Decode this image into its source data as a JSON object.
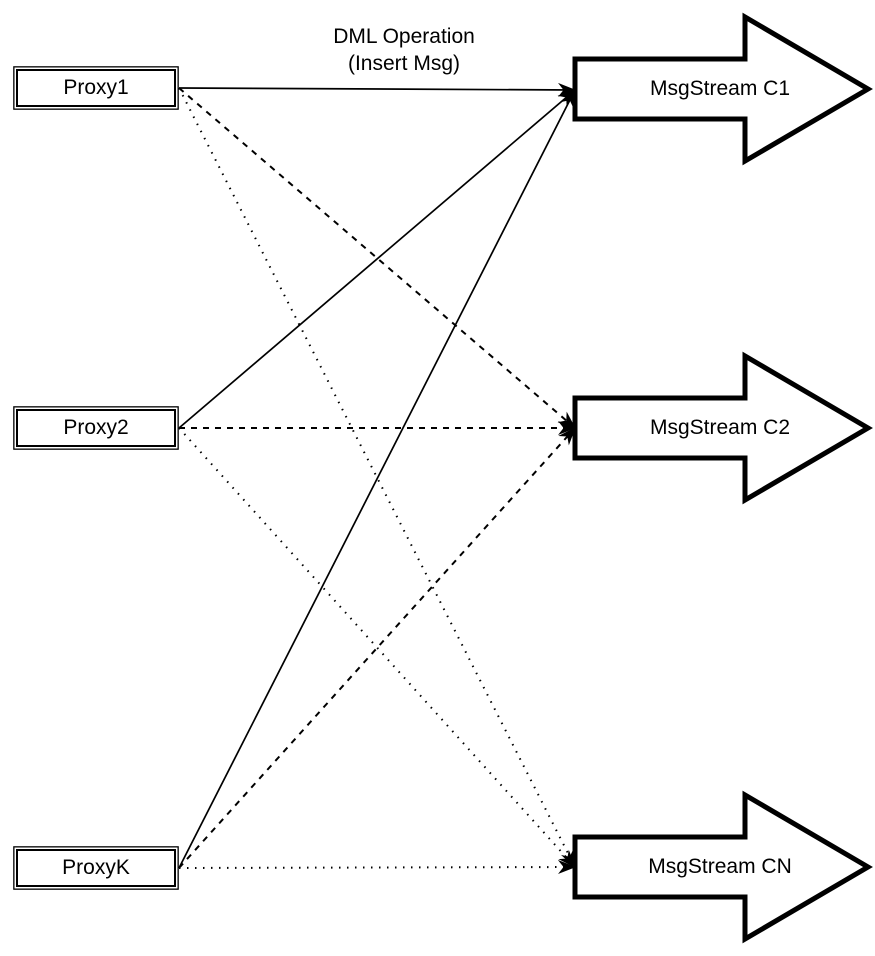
{
  "title": {
    "line1": "DML Operation",
    "line2": "(Insert Msg)"
  },
  "proxies": [
    {
      "id": "proxy1",
      "label": "Proxy1"
    },
    {
      "id": "proxy2",
      "label": "Proxy2"
    },
    {
      "id": "proxyk",
      "label": "ProxyK"
    }
  ],
  "streams": [
    {
      "id": "c1",
      "label": "MsgStream C1",
      "incoming_line_style": "solid"
    },
    {
      "id": "c2",
      "label": "MsgStream C2",
      "incoming_line_style": "dashed"
    },
    {
      "id": "cn",
      "label": "MsgStream CN",
      "incoming_line_style": "dotted"
    }
  ],
  "edges": [
    {
      "from": "proxy1",
      "to": "c1",
      "style": "solid"
    },
    {
      "from": "proxy1",
      "to": "c2",
      "style": "dashed"
    },
    {
      "from": "proxy1",
      "to": "cn",
      "style": "dotted"
    },
    {
      "from": "proxy2",
      "to": "c1",
      "style": "solid"
    },
    {
      "from": "proxy2",
      "to": "c2",
      "style": "dashed"
    },
    {
      "from": "proxy2",
      "to": "cn",
      "style": "dotted"
    },
    {
      "from": "proxyk",
      "to": "c1",
      "style": "solid"
    },
    {
      "from": "proxyk",
      "to": "c2",
      "style": "dashed"
    },
    {
      "from": "proxyk",
      "to": "cn",
      "style": "dotted"
    }
  ],
  "colors": {
    "line": "#000000",
    "shape_fill": "#ffffff",
    "shape_stroke": "#000000",
    "background": "#ffffff"
  }
}
